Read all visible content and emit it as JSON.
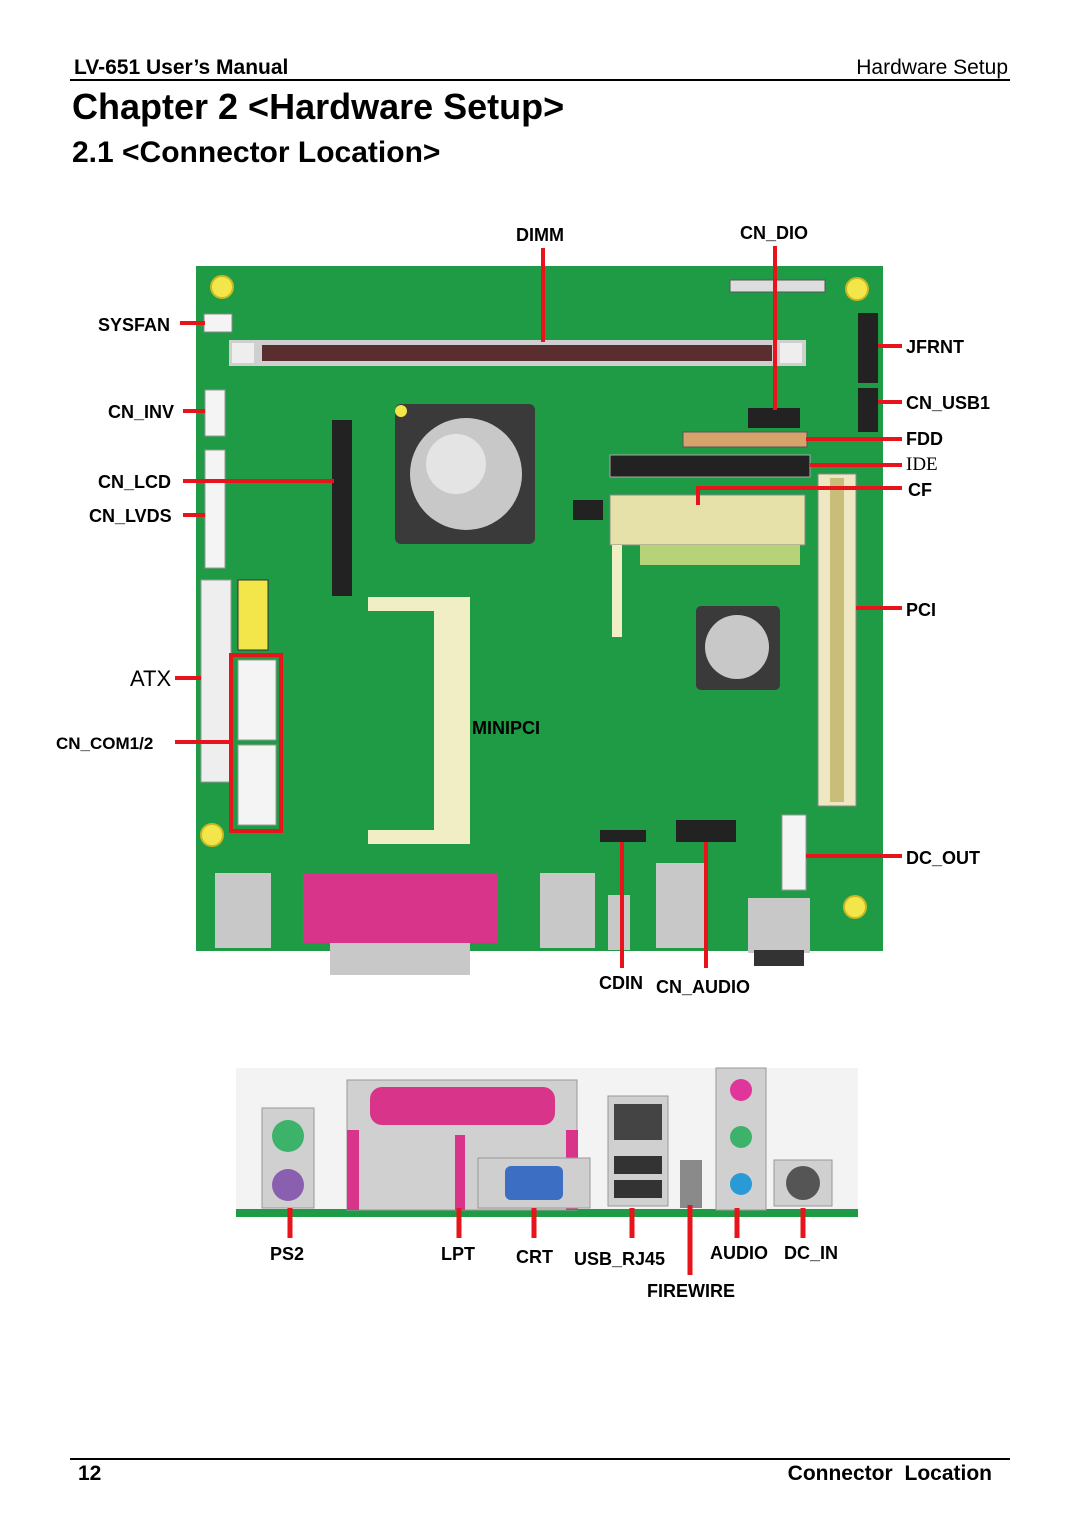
{
  "header": {
    "left": "LV-651 User’s Manual",
    "right": "Hardware Setup"
  },
  "chapter_title": "Chapter 2 <Hardware Setup>",
  "section_title": "2.1 <Connector Location>",
  "board_labels": {
    "dimm": "DIMM",
    "cn_dio": "CN_DIO",
    "sysfan": "SYSFAN",
    "jfrnt": "JFRNT",
    "cn_inv": "CN_INV",
    "cn_usb1": "CN_USB1",
    "fdd": "FDD",
    "ide": "IDE",
    "cn_lcd": "CN_LCD",
    "cf": "CF",
    "cn_lvds": "CN_LVDS",
    "pci": "PCI",
    "atx": "ATX",
    "cn_com": "CN_COM1/2",
    "minipci": "MINIPCI",
    "dc_out": "DC_OUT",
    "cdin": "CDIN",
    "cn_audio": "CN_AUDIO"
  },
  "io_labels": {
    "ps2": "PS2",
    "lpt": "LPT",
    "crt": "CRT",
    "usb_rj45": "USB_RJ45",
    "audio": "AUDIO",
    "dc_in": "DC_IN",
    "firewire": "FIREWIRE"
  },
  "footer": {
    "page_number": "12",
    "section": "Connector  Location"
  },
  "colors": {
    "pcb": "#1f9a45",
    "pointer": "#e8141c",
    "slot": "#5a2e2e",
    "header_pin": "#222222"
  }
}
